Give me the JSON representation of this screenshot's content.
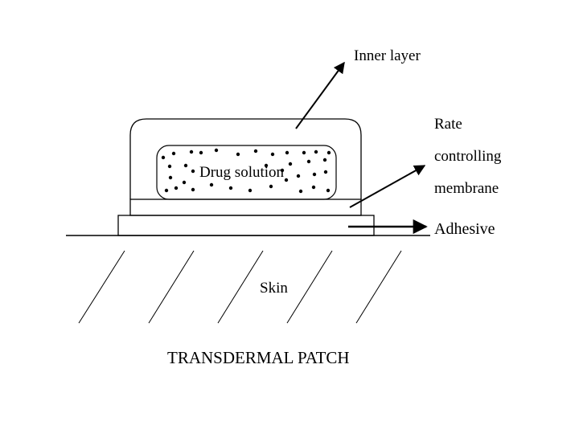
{
  "diagram": {
    "title": "TRANSDERMAL PATCH",
    "labels": {
      "inner_layer": "Inner layer",
      "rate_line1": "Rate",
      "rate_line2": "controlling",
      "rate_line3": "membrane",
      "adhesive": "Adhesive",
      "drug_solution": "Drug solution",
      "skin": "Skin"
    }
  },
  "colors": {
    "ink": "#000000",
    "background": "#ffffff"
  }
}
